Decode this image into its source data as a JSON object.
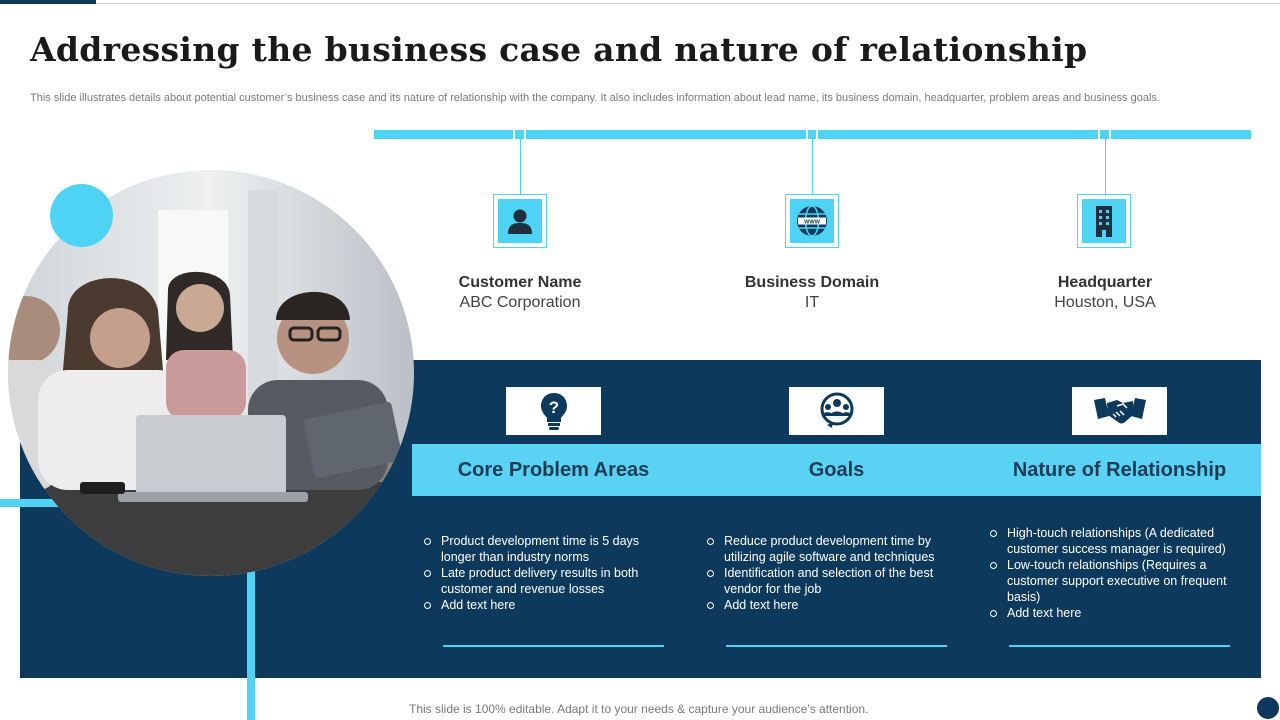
{
  "slide": {
    "title": "Addressing the business case and nature of relationship",
    "subtitle": "This slide illustrates details about potential customer’s business case and its nature of relationship with the company. It also includes information about lead name, its business domain, headquarter, problem areas and business goals.",
    "footer": "This slide is 100% editable. Adapt it to your needs & capture your audience’s attention."
  },
  "colors": {
    "accent": "#4fd3f5",
    "dark_panel": "#0d3a5c",
    "band": "#5ad2f4",
    "heading_text": "#1f3c55"
  },
  "info": [
    {
      "label": "Customer Name",
      "value": "ABC Corporation",
      "icon": "person-icon"
    },
    {
      "label": "Business Domain",
      "value": "IT",
      "icon": "globe-www-icon"
    },
    {
      "label": "Headquarter",
      "value": "Houston,  USA",
      "icon": "building-icon"
    }
  ],
  "photo": {
    "icon": "team-meeting-photo"
  },
  "columns": [
    {
      "title": "Core Problem Areas",
      "icon": "lightbulb-question-icon",
      "items": [
        "Product development  time is 5 days longer than industry norms",
        "Late product delivery  results in both customer and revenue  losses",
        "Add text here"
      ]
    },
    {
      "title": "Goals",
      "icon": "target-team-icon",
      "items": [
        "Reduce product development  time by utilizing agile software and techniques",
        "Identification  and selection of the best vendor  for the job",
        "Add text here"
      ]
    },
    {
      "title": "Nature of Relationship",
      "icon": "handshake-icon",
      "items": [
        "High-touch relationships (A dedicated customer success manager  is required)",
        "Low-touch relationships (Requires  a customer support executive  on frequent basis)",
        "Add text here"
      ]
    }
  ]
}
